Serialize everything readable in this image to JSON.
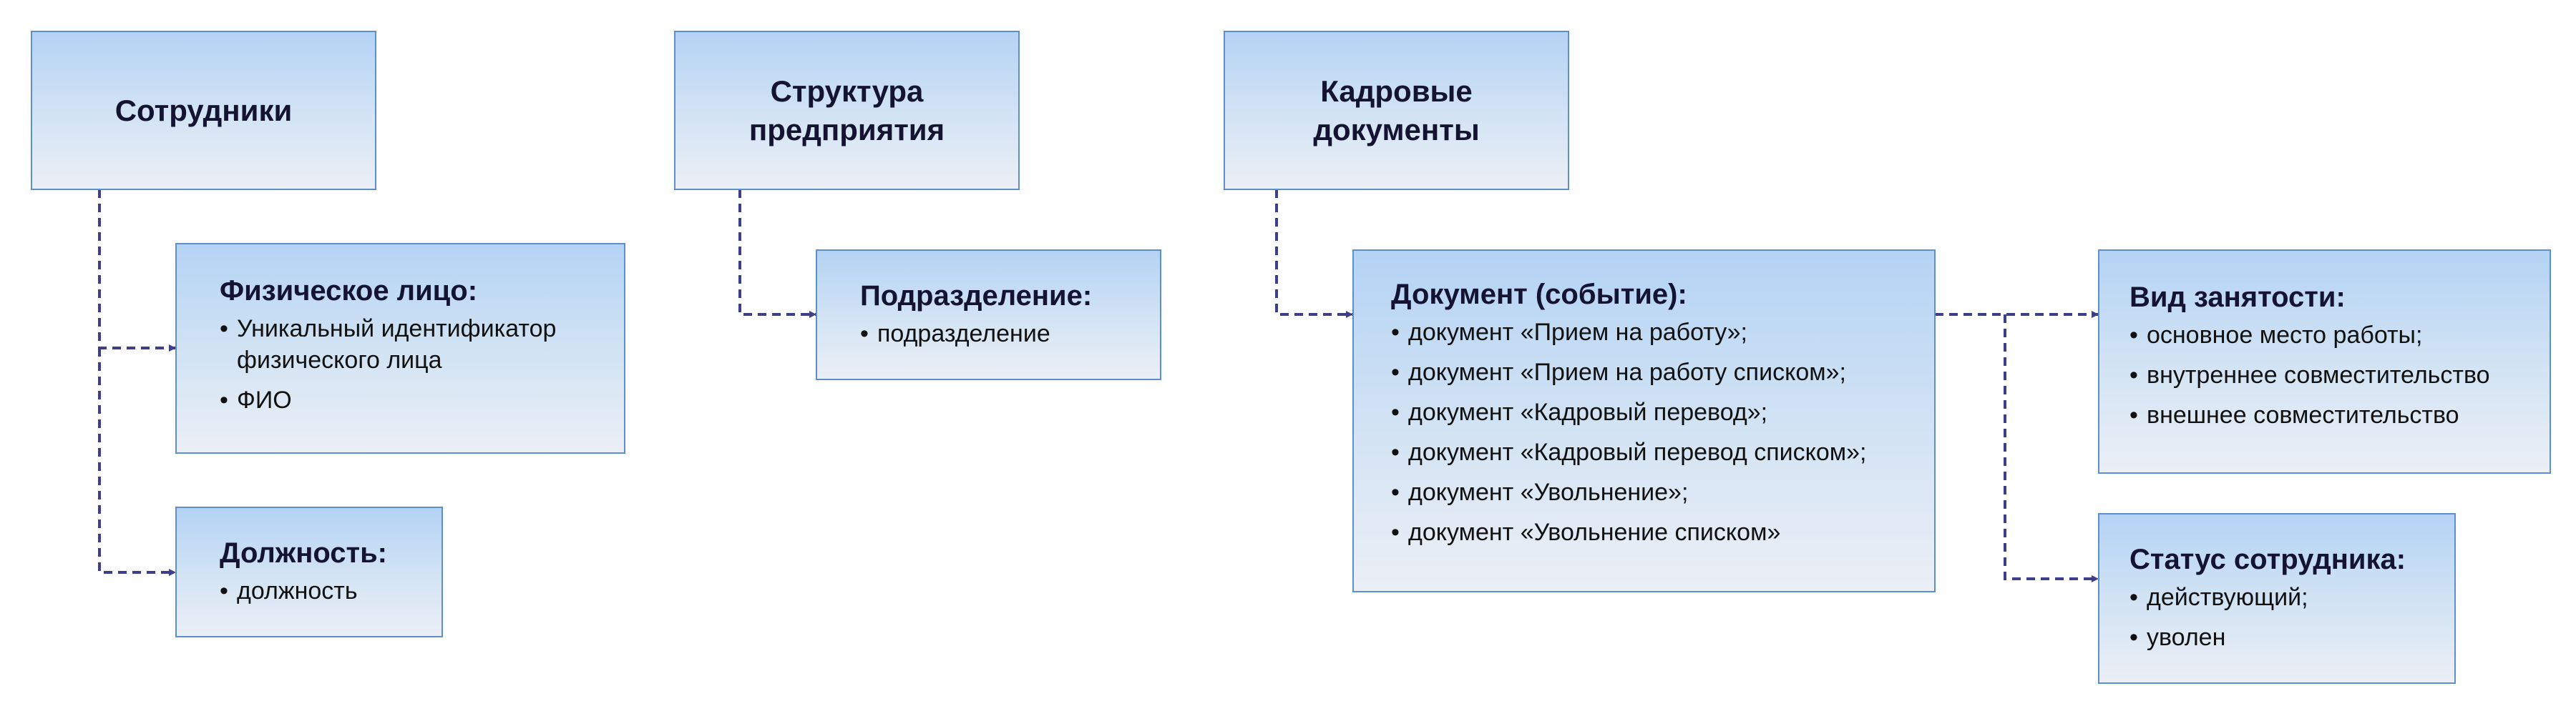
{
  "headers": {
    "employees": "Сотрудники",
    "structure": "Структура предприятия",
    "hr_documents": "Кадровые документы"
  },
  "boxes": {
    "individual": {
      "title": "Физическое лицо:",
      "items": [
        "Уникальный идентификатор физического лица",
        "ФИО"
      ]
    },
    "position": {
      "title": "Должность:",
      "items": [
        "должность"
      ]
    },
    "subdivision": {
      "title": "Подразделение:",
      "items": [
        "подразделение"
      ]
    },
    "document": {
      "title": "Документ (событие):",
      "items": [
        "документ «Прием на работу»;",
        "документ «Прием на работу списком»;",
        "документ «Кадровый перевод»;",
        "документ «Кадровый перевод списком»;",
        "документ «Увольнение»;",
        "документ «Увольнение списком»"
      ]
    },
    "employment_type": {
      "title": "Вид занятости:",
      "items": [
        "основное место работы;",
        "внутреннее совместительство",
        "внешнее совместительство"
      ]
    },
    "employee_status": {
      "title": "Статус сотрудника:",
      "items": [
        "действующий;",
        "уволен"
      ]
    }
  },
  "colors": {
    "box_top": "#b4d3f5",
    "box_bottom": "#ebeff6",
    "box_border": "#5d8fcc",
    "connector": "#3d3f8a"
  }
}
